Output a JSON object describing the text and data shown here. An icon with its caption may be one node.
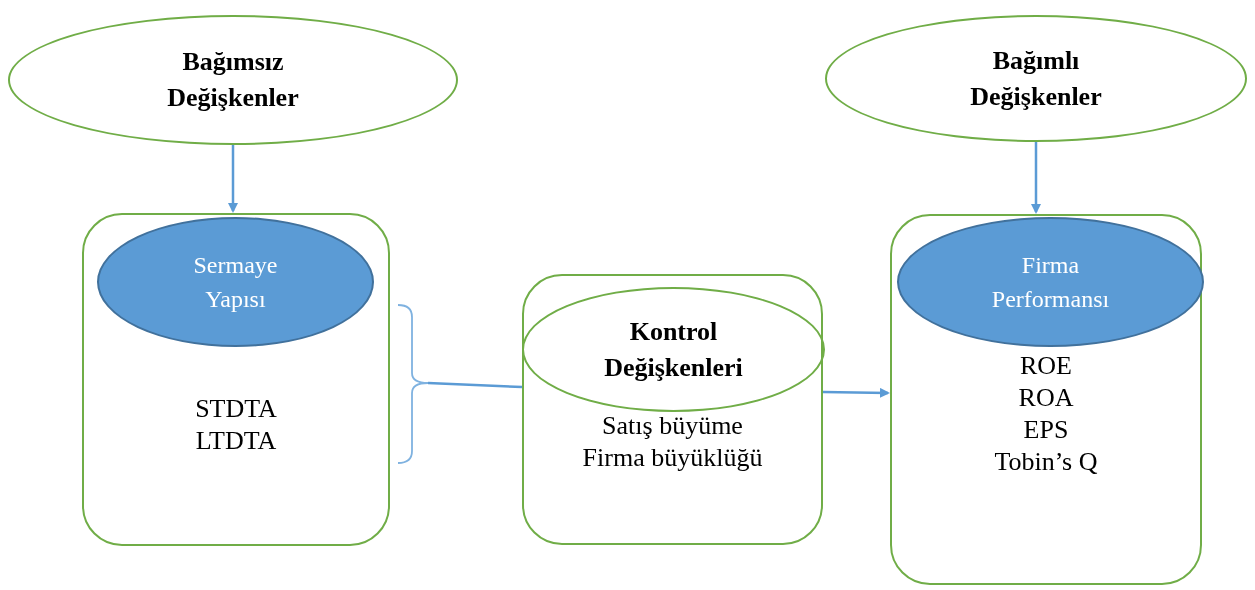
{
  "diagram": {
    "nodes": [
      {
        "text": [
          "Bağımsız Değişkenler"
        ]
      },
      {
        "text": [
          "STDTA",
          "LTDTA"
        ]
      },
      {
        "text": [
          "Sermaye Yapısı"
        ],
        "in": 1
      },
      {
        "text": [
          "Bağımlı Değişkenler"
        ]
      },
      {
        "text": [
          "ROE",
          "ROA",
          "EPS",
          "Tobin’s Q"
        ]
      },
      {
        "text": [
          "Firma Performansı"
        ],
        "in": 4
      },
      {
        "text": [
          "Satış büyüme",
          "Firma büyüklüğü"
        ]
      },
      {
        "text": [
          "Kontrol Değişkenleri"
        ],
        "in": 6
      }
    ],
    "edges": [
      {
        "from": 0,
        "to": 1,
        "arrow": "to"
      },
      {
        "from": 3,
        "to": 4,
        "arrow": "to"
      },
      {
        "from": 1,
        "to": 6,
        "arrow": "none"
      },
      {
        "from": 6,
        "to": 4,
        "arrow": "to"
      }
    ]
  }
}
